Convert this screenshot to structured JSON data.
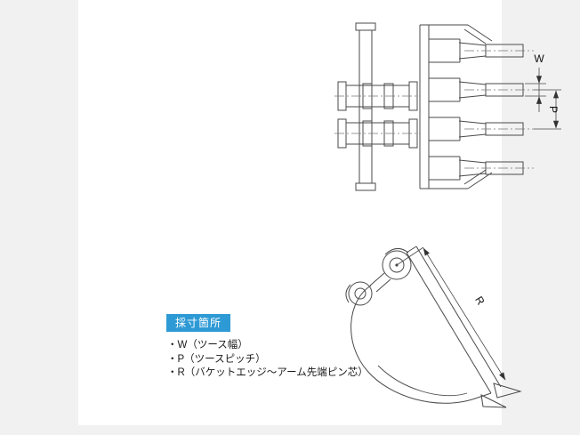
{
  "page": {
    "background_color": "#f1f1f1",
    "panel_color": "#ffffff"
  },
  "measurement_label": {
    "text": "採寸箇所",
    "background_color": "#2e9ad5",
    "text_color": "#ffffff"
  },
  "legend": {
    "items": [
      "・W（ツース幅）",
      "・P（ツースピッチ）",
      "・R（バケットエッジ～アーム先端ピン芯）"
    ]
  },
  "top_view": {
    "dimension_w_label": "W",
    "dimension_p_label": "P"
  },
  "side_view": {
    "dimension_r_label": "R"
  }
}
